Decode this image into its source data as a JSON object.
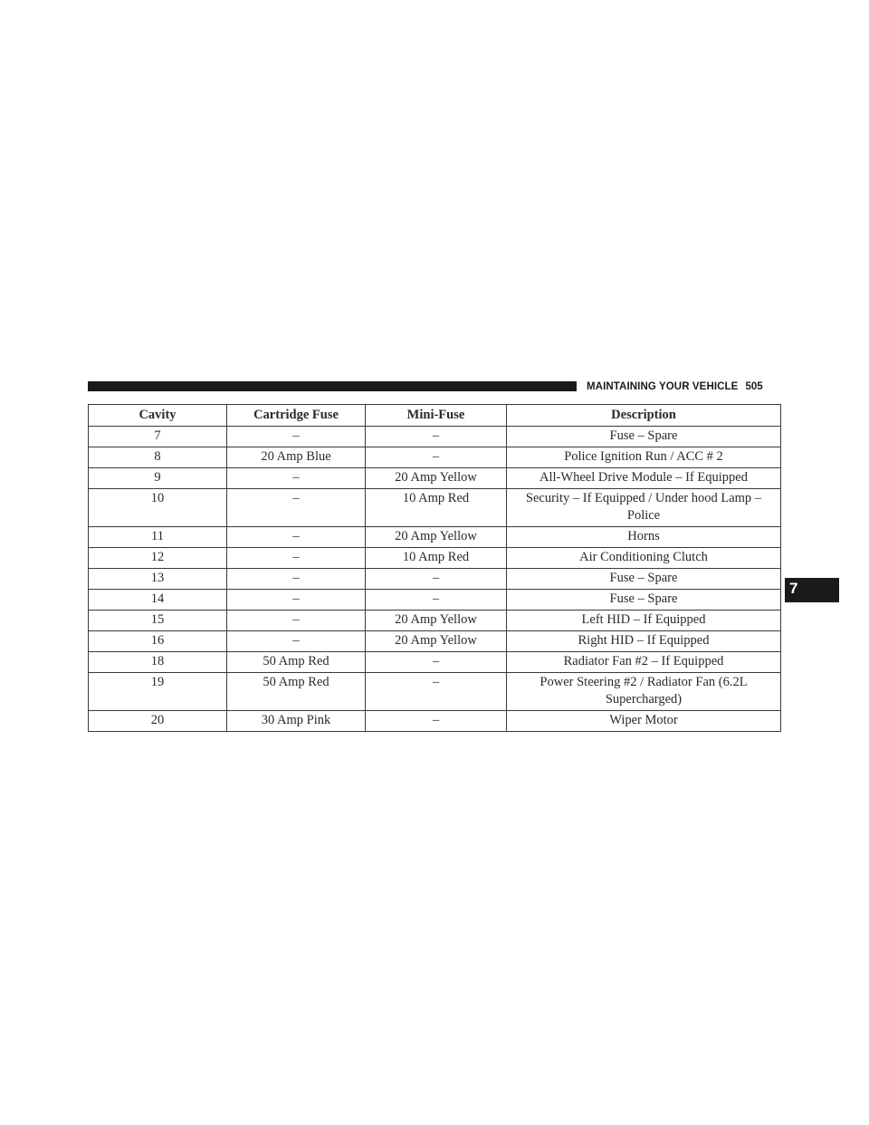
{
  "page_header": {
    "section_title": "MAINTAINING YOUR VEHICLE",
    "page_number": "505"
  },
  "chapter_tab": "7",
  "table": {
    "headers": {
      "cavity": "Cavity",
      "cartridge_fuse": "Cartridge Fuse",
      "mini_fuse": "Mini-Fuse",
      "description": "Description"
    },
    "rows": [
      {
        "cavity": "7",
        "cartridge_fuse": "–",
        "mini_fuse": "–",
        "description": "Fuse – Spare"
      },
      {
        "cavity": "8",
        "cartridge_fuse": "20 Amp Blue",
        "mini_fuse": "–",
        "description": "Police Ignition Run / ACC # 2"
      },
      {
        "cavity": "9",
        "cartridge_fuse": "–",
        "mini_fuse": "20 Amp Yellow",
        "description": "All-Wheel Drive Module – If Equipped"
      },
      {
        "cavity": "10",
        "cartridge_fuse": "–",
        "mini_fuse": "10 Amp Red",
        "description": "Security – If Equipped / Under hood Lamp – Police"
      },
      {
        "cavity": "11",
        "cartridge_fuse": "–",
        "mini_fuse": "20 Amp Yellow",
        "description": "Horns"
      },
      {
        "cavity": "12",
        "cartridge_fuse": "–",
        "mini_fuse": "10 Amp Red",
        "description": "Air Conditioning Clutch"
      },
      {
        "cavity": "13",
        "cartridge_fuse": "–",
        "mini_fuse": "–",
        "description": "Fuse – Spare"
      },
      {
        "cavity": "14",
        "cartridge_fuse": "–",
        "mini_fuse": "–",
        "description": "Fuse – Spare"
      },
      {
        "cavity": "15",
        "cartridge_fuse": "–",
        "mini_fuse": "20 Amp Yellow",
        "description": "Left HID – If Equipped"
      },
      {
        "cavity": "16",
        "cartridge_fuse": "–",
        "mini_fuse": "20 Amp Yellow",
        "description": "Right HID – If Equipped"
      },
      {
        "cavity": "18",
        "cartridge_fuse": "50 Amp Red",
        "mini_fuse": "–",
        "description": "Radiator Fan #2 – If Equipped"
      },
      {
        "cavity": "19",
        "cartridge_fuse": "50 Amp Red",
        "mini_fuse": "–",
        "description": "Power Steering #2 / Radiator Fan (6.2L Supercharged)"
      },
      {
        "cavity": "20",
        "cartridge_fuse": "30 Amp Pink",
        "mini_fuse": "–",
        "description": "Wiper Motor"
      }
    ]
  }
}
